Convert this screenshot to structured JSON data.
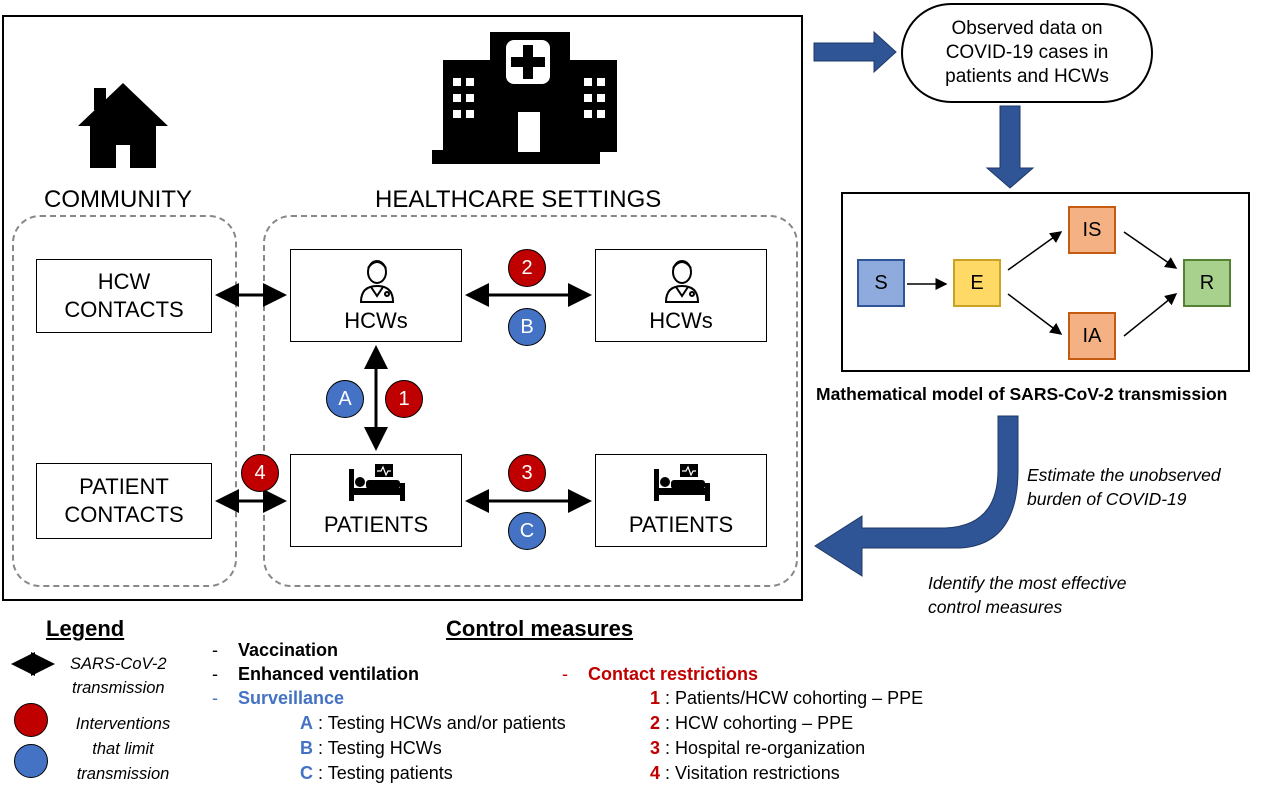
{
  "community": {
    "title": "COMMUNITY"
  },
  "healthcare": {
    "title": "HEALTHCARE SETTINGS"
  },
  "boxes": {
    "hcw_contacts": [
      "HCW",
      "CONTACTS"
    ],
    "patient_contacts": [
      "PATIENT",
      "CONTACTS"
    ],
    "hcws_left": "HCWs",
    "hcws_right": "HCWs",
    "patients_left": "PATIENTS",
    "patients_right": "PATIENTS"
  },
  "markers": {
    "m1": "1",
    "m2": "2",
    "m3": "3",
    "m4": "4",
    "mA": "A",
    "mB": "B",
    "mC": "C"
  },
  "observed_data": [
    "Observed data on",
    "COVID-19 cases in",
    "patients and HCWs"
  ],
  "model": {
    "nodes": {
      "S": "S",
      "E": "E",
      "IS": "IS",
      "IA": "IA",
      "R": "R"
    },
    "caption": "Mathematical model of SARS-CoV-2 transmission"
  },
  "notes": {
    "estimate": [
      "Estimate the unobserved",
      "burden of COVID-19"
    ],
    "identify": [
      "Identify the most effective",
      "control measures"
    ]
  },
  "legend": {
    "title": "Legend",
    "transmission": [
      "SARS-CoV-2",
      "transmission"
    ],
    "interventions": [
      "Interventions",
      "that limit",
      "transmission"
    ]
  },
  "control": {
    "title": "Control measures",
    "dash": "-",
    "vaccination": "Vaccination",
    "ventilation": "Enhanced ventilation",
    "surveillance": "Surveillance",
    "contact": "Contact restrictions",
    "surv_items": [
      {
        "key": "A",
        "text": ": Testing HCWs and/or patients"
      },
      {
        "key": "B",
        "text": ": Testing HCWs"
      },
      {
        "key": "C",
        "text": ": Testing patients"
      }
    ],
    "contact_items": [
      {
        "key": "1",
        "text": ": Patients/HCW cohorting – PPE"
      },
      {
        "key": "2",
        "text": ": HCW cohorting – PPE"
      },
      {
        "key": "3",
        "text": ": Hospital re-organization"
      },
      {
        "key": "4",
        "text": ": Visitation restrictions"
      }
    ]
  },
  "colors": {
    "red": "#c00000",
    "blue": "#4472c4",
    "arrow_blue": "#2f5597",
    "S_fill": "#8faadc",
    "S_border": "#2f5597",
    "E_fill": "#ffd966",
    "E_border": "#c9a227",
    "I_fill": "#f4b183",
    "I_border": "#c55a11",
    "R_fill": "#a9d18e",
    "R_border": "#548235"
  },
  "icons": [
    "house-icon",
    "hospital-icon",
    "doctor-icon",
    "hospital-bed-icon"
  ]
}
